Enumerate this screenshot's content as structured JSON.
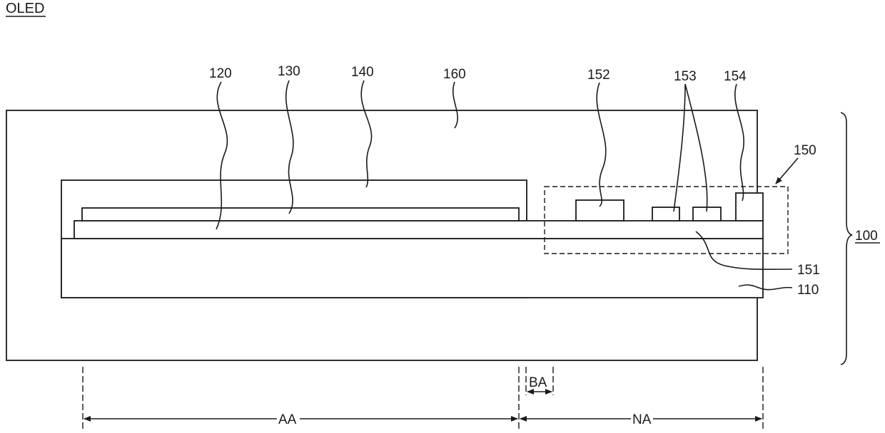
{
  "figure": {
    "title": "OLED",
    "labels": {
      "l120": "120",
      "l130": "130",
      "l140": "140",
      "l160": "160",
      "l152": "152",
      "l153": "153",
      "l154": "154",
      "l150": "150",
      "l100": "100",
      "l151": "151",
      "l110": "110"
    },
    "dimensions": {
      "aa": "AA",
      "ba": "BA",
      "na": "NA"
    }
  }
}
